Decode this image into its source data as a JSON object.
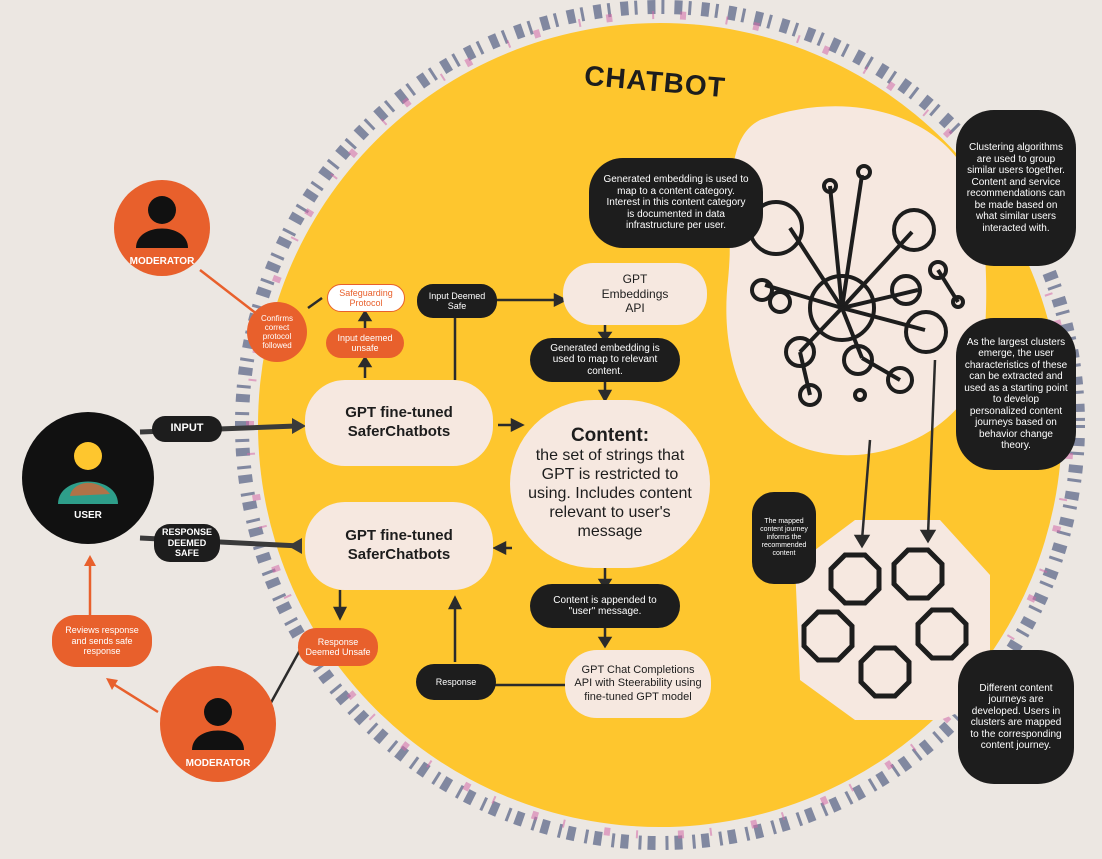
{
  "title": "CHATBOT",
  "user": {
    "label": "USER"
  },
  "moderator_top": {
    "label": "MODERATOR"
  },
  "moderator_bottom": {
    "label": "MODERATOR"
  },
  "arrows": {
    "input": "INPUT",
    "response_safe": "RESPONSE DEEMED SAFE"
  },
  "nodes": {
    "confirms": "Confirms correct protocol followed",
    "safeguarding": "Safeguarding Protocol",
    "input_unsafe": "Input deemed unsafe",
    "input_safe": "Input Deemed Safe",
    "embeddings_api": "GPT Embeddings API",
    "gen_embed_map": "Generated embedding is used to map to relevant content.",
    "gpt_top": "GPT fine-tuned SaferChatbots",
    "gpt_bottom": "GPT fine-tuned SaferChatbots",
    "content_title": "Content:",
    "content_body": "the set of strings that GPT is restricted to using. Includes content relevant to user's message",
    "content_appended": "Content is appended to \"user\" message.",
    "chat_api": "GPT Chat Completions API with Steerability using fine-tuned GPT model",
    "response": "Response",
    "response_unsafe": "Response Deemed Unsafe",
    "reviews": "Reviews response and sends safe response",
    "gen_embed_category": "Generated embedding is used to map to a content category. Interest in this content category is documented in data infrastructure per user.",
    "clustering": "Clustering algorithms are used to group similar users together. Content and service recommendations can be made based on what similar users interacted with.",
    "largest_clusters": "As the largest clusters emerge, the user characteristics of these can be extracted and used as a starting point to develop personalized content journeys based on behavior change theory.",
    "mapped_journey": "The mapped content journey informs the recommended content",
    "different_journeys": "Different content journeys are developed. Users in clusters are mapped to the corresponding content journey."
  },
  "colors": {
    "background": "#ece7e2",
    "circle": "#fec62e",
    "dark": "#1d1d1d",
    "orange": "#e8602c",
    "cream": "#f6e8e0"
  }
}
